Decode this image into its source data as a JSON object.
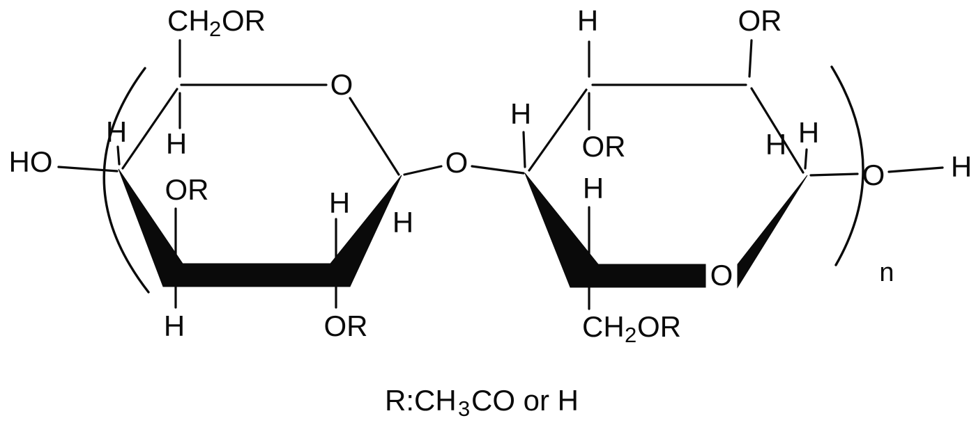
{
  "atoms": {
    "h": "H",
    "o": "O",
    "or": "OR",
    "ho": "HO",
    "ch": "CH",
    "sub2": "2"
  },
  "figure": {
    "repeat_index": "n",
    "legend": {
      "prefix": "R:CH",
      "subscript": "3",
      "suffix": "CO or H"
    }
  },
  "colors": {
    "ink": "#0a0a0a",
    "background": "#ffffff"
  }
}
